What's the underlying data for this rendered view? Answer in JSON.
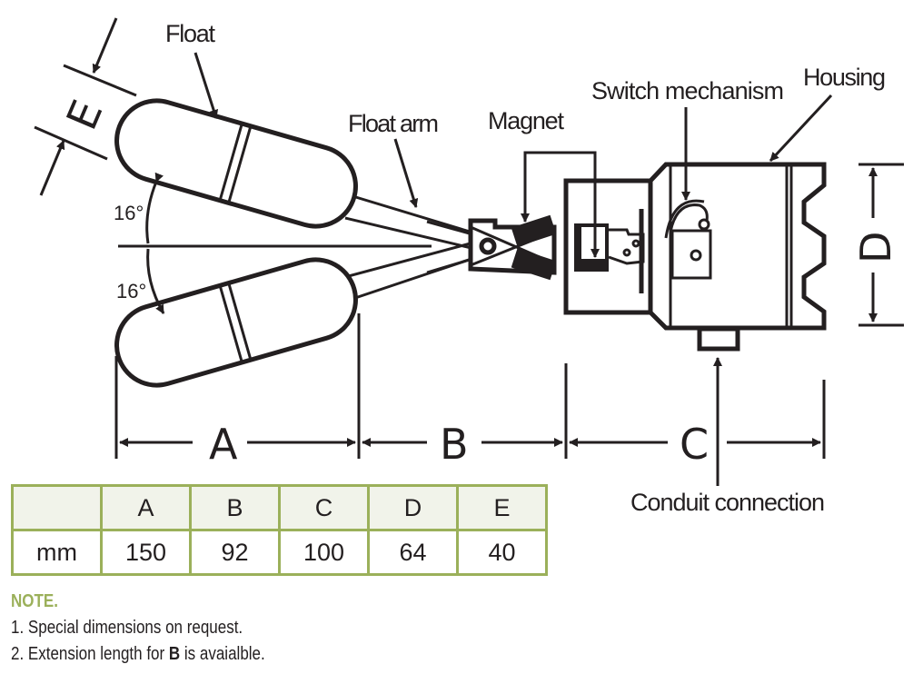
{
  "labels": {
    "float": "Float",
    "float_arm": "Float arm",
    "magnet": "Magnet",
    "switch_mechanism": "Switch mechanism",
    "housing": "Housing",
    "conduit_connection": "Conduit connection",
    "angle_top": "16°",
    "angle_bottom": "16°"
  },
  "dimensions": {
    "A": "A",
    "B": "B",
    "C": "C",
    "D": "D",
    "E": "E"
  },
  "table": {
    "headers": [
      "",
      "A",
      "B",
      "C",
      "D",
      "E"
    ],
    "rows": [
      [
        "mm",
        "150",
        "92",
        "100",
        "64",
        "40"
      ]
    ]
  },
  "note": {
    "title": "NOTE.",
    "item1": "1. Special dimensions on request.",
    "item2_prefix": "2. Extension length for ",
    "item2_bold": "B",
    "item2_suffix": " is avaialble."
  },
  "colors": {
    "accent": "#9bb05a",
    "header_bg": "#f1f3ea",
    "ink": "#231f20"
  }
}
